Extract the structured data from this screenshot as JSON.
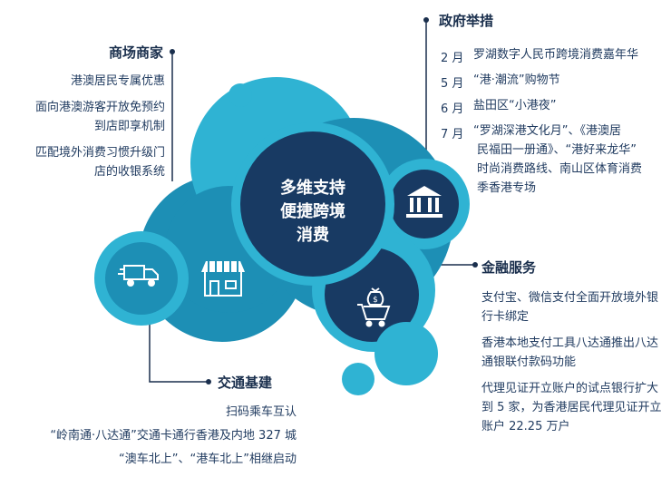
{
  "center": {
    "line1": "多维支持",
    "line2": "便捷跨境",
    "line3": "消费"
  },
  "merchants": {
    "title": "商场商家",
    "items": [
      "港澳居民专属优惠",
      "面向港澳游客开放免预约",
      "到店即享机制",
      "匹配境外消费习惯升级门",
      "店的收银系统"
    ]
  },
  "government": {
    "title": "政府举措",
    "items": [
      {
        "month": "2 月",
        "lines": [
          "罗湖数字人民币跨境消费嘉年华"
        ]
      },
      {
        "month": "5 月",
        "lines": [
          "“港·潮流”购物节"
        ]
      },
      {
        "month": "6 月",
        "lines": [
          "盐田区“小港夜”"
        ]
      },
      {
        "month": "7 月",
        "lines": [
          "“罗湖深港文化月”、《港澳居",
          "民福田一册通》、“港好来龙华”",
          "时尚消费路线、南山区体育消费",
          "季香港专场"
        ]
      }
    ]
  },
  "finance": {
    "title": "金融服务",
    "items": [
      [
        "支付宝、微信支付全面开放境外银",
        "行卡绑定"
      ],
      [
        "香港本地支付工具八达通推出八达",
        "通银联付款码功能"
      ],
      [
        "代理见证开立账户的试点银行扩大",
        "到 5 家，为香港居民代理见证开立",
        "账户 22.25 万户"
      ]
    ]
  },
  "transport": {
    "title": "交通基建",
    "items": [
      "扫码乘车互认",
      "“岭南通·八达通”交通卡通行香港及内地 327 城",
      "“澳车北上”、“港车北上”相继启动"
    ]
  },
  "icons": [
    "truck-icon",
    "storefront-icon",
    "bank-icon",
    "cart-money-icon"
  ],
  "colors": {
    "teal": "#1d8fb5",
    "light_teal": "#2fb3d3",
    "navy": "#183a63",
    "heading": "#1a2f4d"
  }
}
